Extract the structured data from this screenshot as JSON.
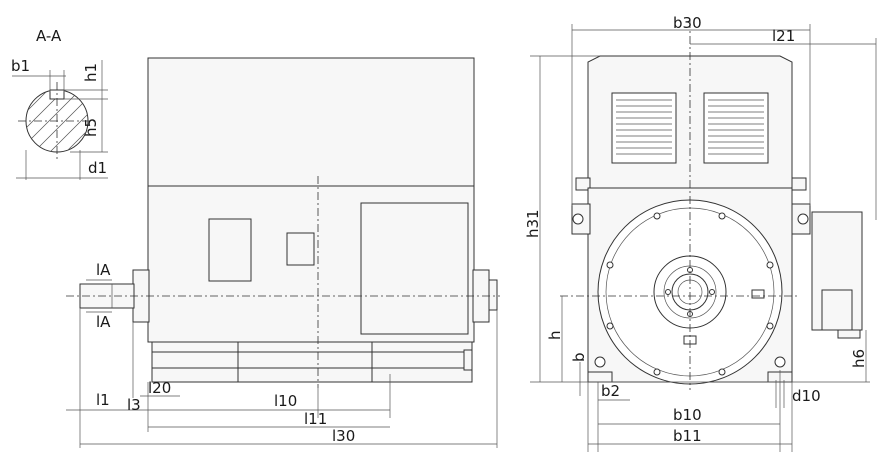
{
  "section_label": "A-A",
  "section_marks": [
    "lA",
    "lA"
  ],
  "dims": {
    "b1": "b1",
    "h1": "h1",
    "h5": "h5",
    "d1": "d1",
    "l1": "l1",
    "l3": "l3",
    "l20": "l20",
    "l10": "l10",
    "l11": "l11",
    "l30": "l30",
    "b30": "b30",
    "l21": "l21",
    "h31": "h31",
    "h": "h",
    "b": "b",
    "b2": "b2",
    "b10": "b10",
    "b11": "b11",
    "d10": "d10",
    "h6": "h6"
  }
}
